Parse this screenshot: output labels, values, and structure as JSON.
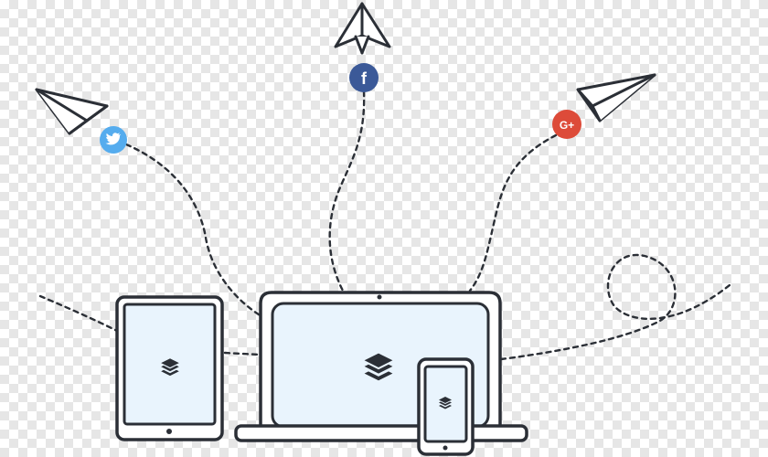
{
  "social": {
    "twitter": {
      "icon": "twitter-bird-icon",
      "color": "#55acee"
    },
    "facebook": {
      "icon": "facebook-f-icon",
      "label": "f",
      "color": "#3b5998"
    },
    "googleplus": {
      "icon": "google-plus-icon",
      "label": "G+",
      "color": "#dd4b39"
    }
  },
  "colors": {
    "stroke": "#2b2f36",
    "screen": "#e9f4fd",
    "background": "#ffffff"
  },
  "devices": [
    "tablet",
    "laptop",
    "phone"
  ],
  "logo_icon": "stacked-layers-icon"
}
